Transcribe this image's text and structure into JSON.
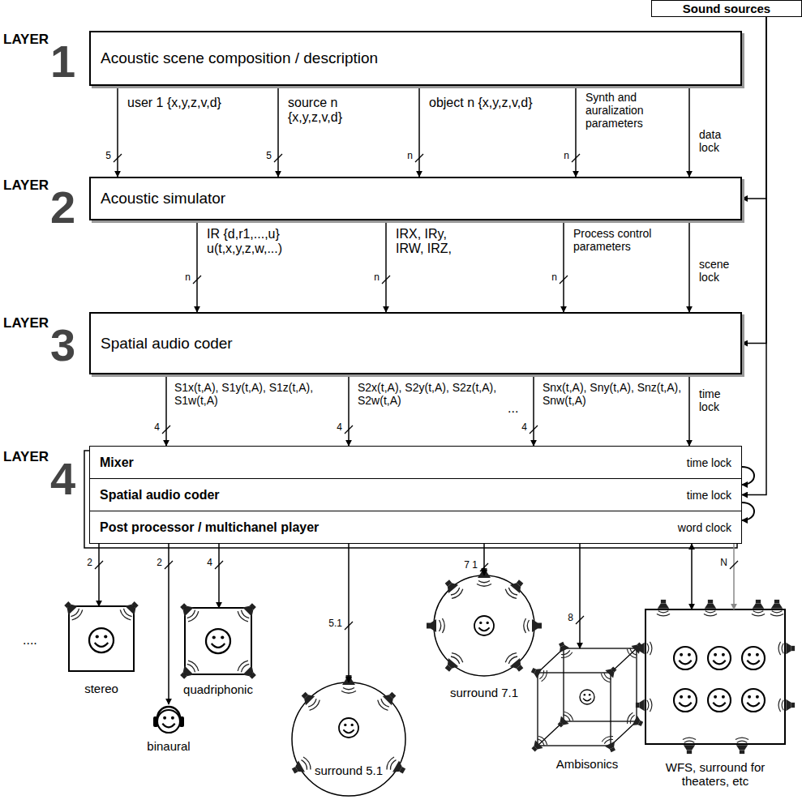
{
  "diagram": {
    "nodes": [
      {
        "text": [
          "Sound sources"
        ]
      },
      {
        "text": [
          "Acoustic scene composition / description"
        ]
      },
      {
        "text": [
          "Acoustic simulator"
        ]
      },
      {
        "text": [
          "Spatial audio coder"
        ]
      },
      {
        "text": [
          "Mixer",
          "time lock"
        ]
      },
      {
        "text": [
          "Spatial audio coder",
          "time lock"
        ]
      },
      {
        "text": [
          "Post processor / multichanel player",
          "word clock"
        ]
      },
      {
        "text": [
          "stereo"
        ]
      },
      {
        "text": [
          "binaural"
        ]
      },
      {
        "text": [
          "quadriphonic"
        ]
      },
      {
        "text": [
          "surround 5.1"
        ]
      },
      {
        "text": [
          "surround 7.1"
        ]
      },
      {
        "text": [
          "Ambisonics"
        ]
      },
      {
        "text": [
          "WFS, surround for theaters, etc"
        ]
      }
    ],
    "edges": [
      {
        "from": 1,
        "to": 2,
        "arrow": "to",
        "label": "user 1 {x,y,z,v,d}"
      },
      {
        "from": 1,
        "to": 2,
        "arrow": "to",
        "label": "source n {x,y,z,v,d}"
      },
      {
        "from": 1,
        "to": 2,
        "arrow": "to",
        "label": "object n {x,y,z,v,d}"
      },
      {
        "from": 1,
        "to": 2,
        "arrow": "to",
        "label": "Synth and auralization parameters"
      },
      {
        "from": 1,
        "to": 2,
        "arrow": "to",
        "label": "data lock"
      },
      {
        "from": 2,
        "to": 3,
        "arrow": "to",
        "label": "IR {d,r1,...,u} u(t,x,y,z,w,...)"
      },
      {
        "from": 2,
        "to": 3,
        "arrow": "to",
        "label": "IRX, IRy, IRW, IRZ,"
      },
      {
        "from": 2,
        "to": 3,
        "arrow": "to",
        "label": "Process control parameters"
      },
      {
        "from": 2,
        "to": 3,
        "arrow": "to",
        "label": "scene lock"
      },
      {
        "from": 3,
        "to": 4,
        "arrow": "to",
        "label": "S1x(t,A), S1y(t,A), S1z(t,A), S1w(t,A)"
      },
      {
        "from": 3,
        "to": 4,
        "arrow": "to",
        "label": "S2x(t,A), S2y(t,A), S2z(t,A), S2w(t,A)"
      },
      {
        "from": 3,
        "to": 4,
        "arrow": "to",
        "label": "Snx(t,A), Sny(t,A), Snz(t,A), Snw(t,A)"
      },
      {
        "from": 3,
        "to": 4,
        "arrow": "to",
        "label": "time lock"
      },
      {
        "from": 0,
        "to": 2,
        "arrow": "to"
      },
      {
        "from": 0,
        "to": 3,
        "arrow": "to"
      },
      {
        "from": 0,
        "to": 5,
        "arrow": "to"
      },
      {
        "from": 4,
        "to": 5,
        "arrow": "to"
      },
      {
        "from": 5,
        "to": 6,
        "arrow": "to"
      },
      {
        "from": 6,
        "to": 7,
        "arrow": "to",
        "label": "2"
      },
      {
        "from": 6,
        "to": 8,
        "arrow": "to",
        "label": "2"
      },
      {
        "from": 6,
        "to": 9,
        "arrow": "to",
        "label": "4"
      },
      {
        "from": 6,
        "to": 10,
        "arrow": "to",
        "label": "5.1"
      },
      {
        "from": 6,
        "to": 11,
        "arrow": "to",
        "label": "7 1"
      },
      {
        "from": 6,
        "to": 12,
        "arrow": "to",
        "label": "8"
      },
      {
        "from": 6,
        "to": 13,
        "arrow": "to",
        "label": "N"
      },
      {
        "from": 6,
        "to": 13,
        "arrow": "both"
      }
    ],
    "labels": [
      "LAYER",
      "1",
      "LAYER",
      "2",
      "LAYER",
      "3",
      "LAYER",
      "4",
      "5",
      "5",
      "n",
      "n",
      "n",
      "n",
      "n",
      "4",
      "4",
      "4",
      "...",
      "...."
    ]
  }
}
